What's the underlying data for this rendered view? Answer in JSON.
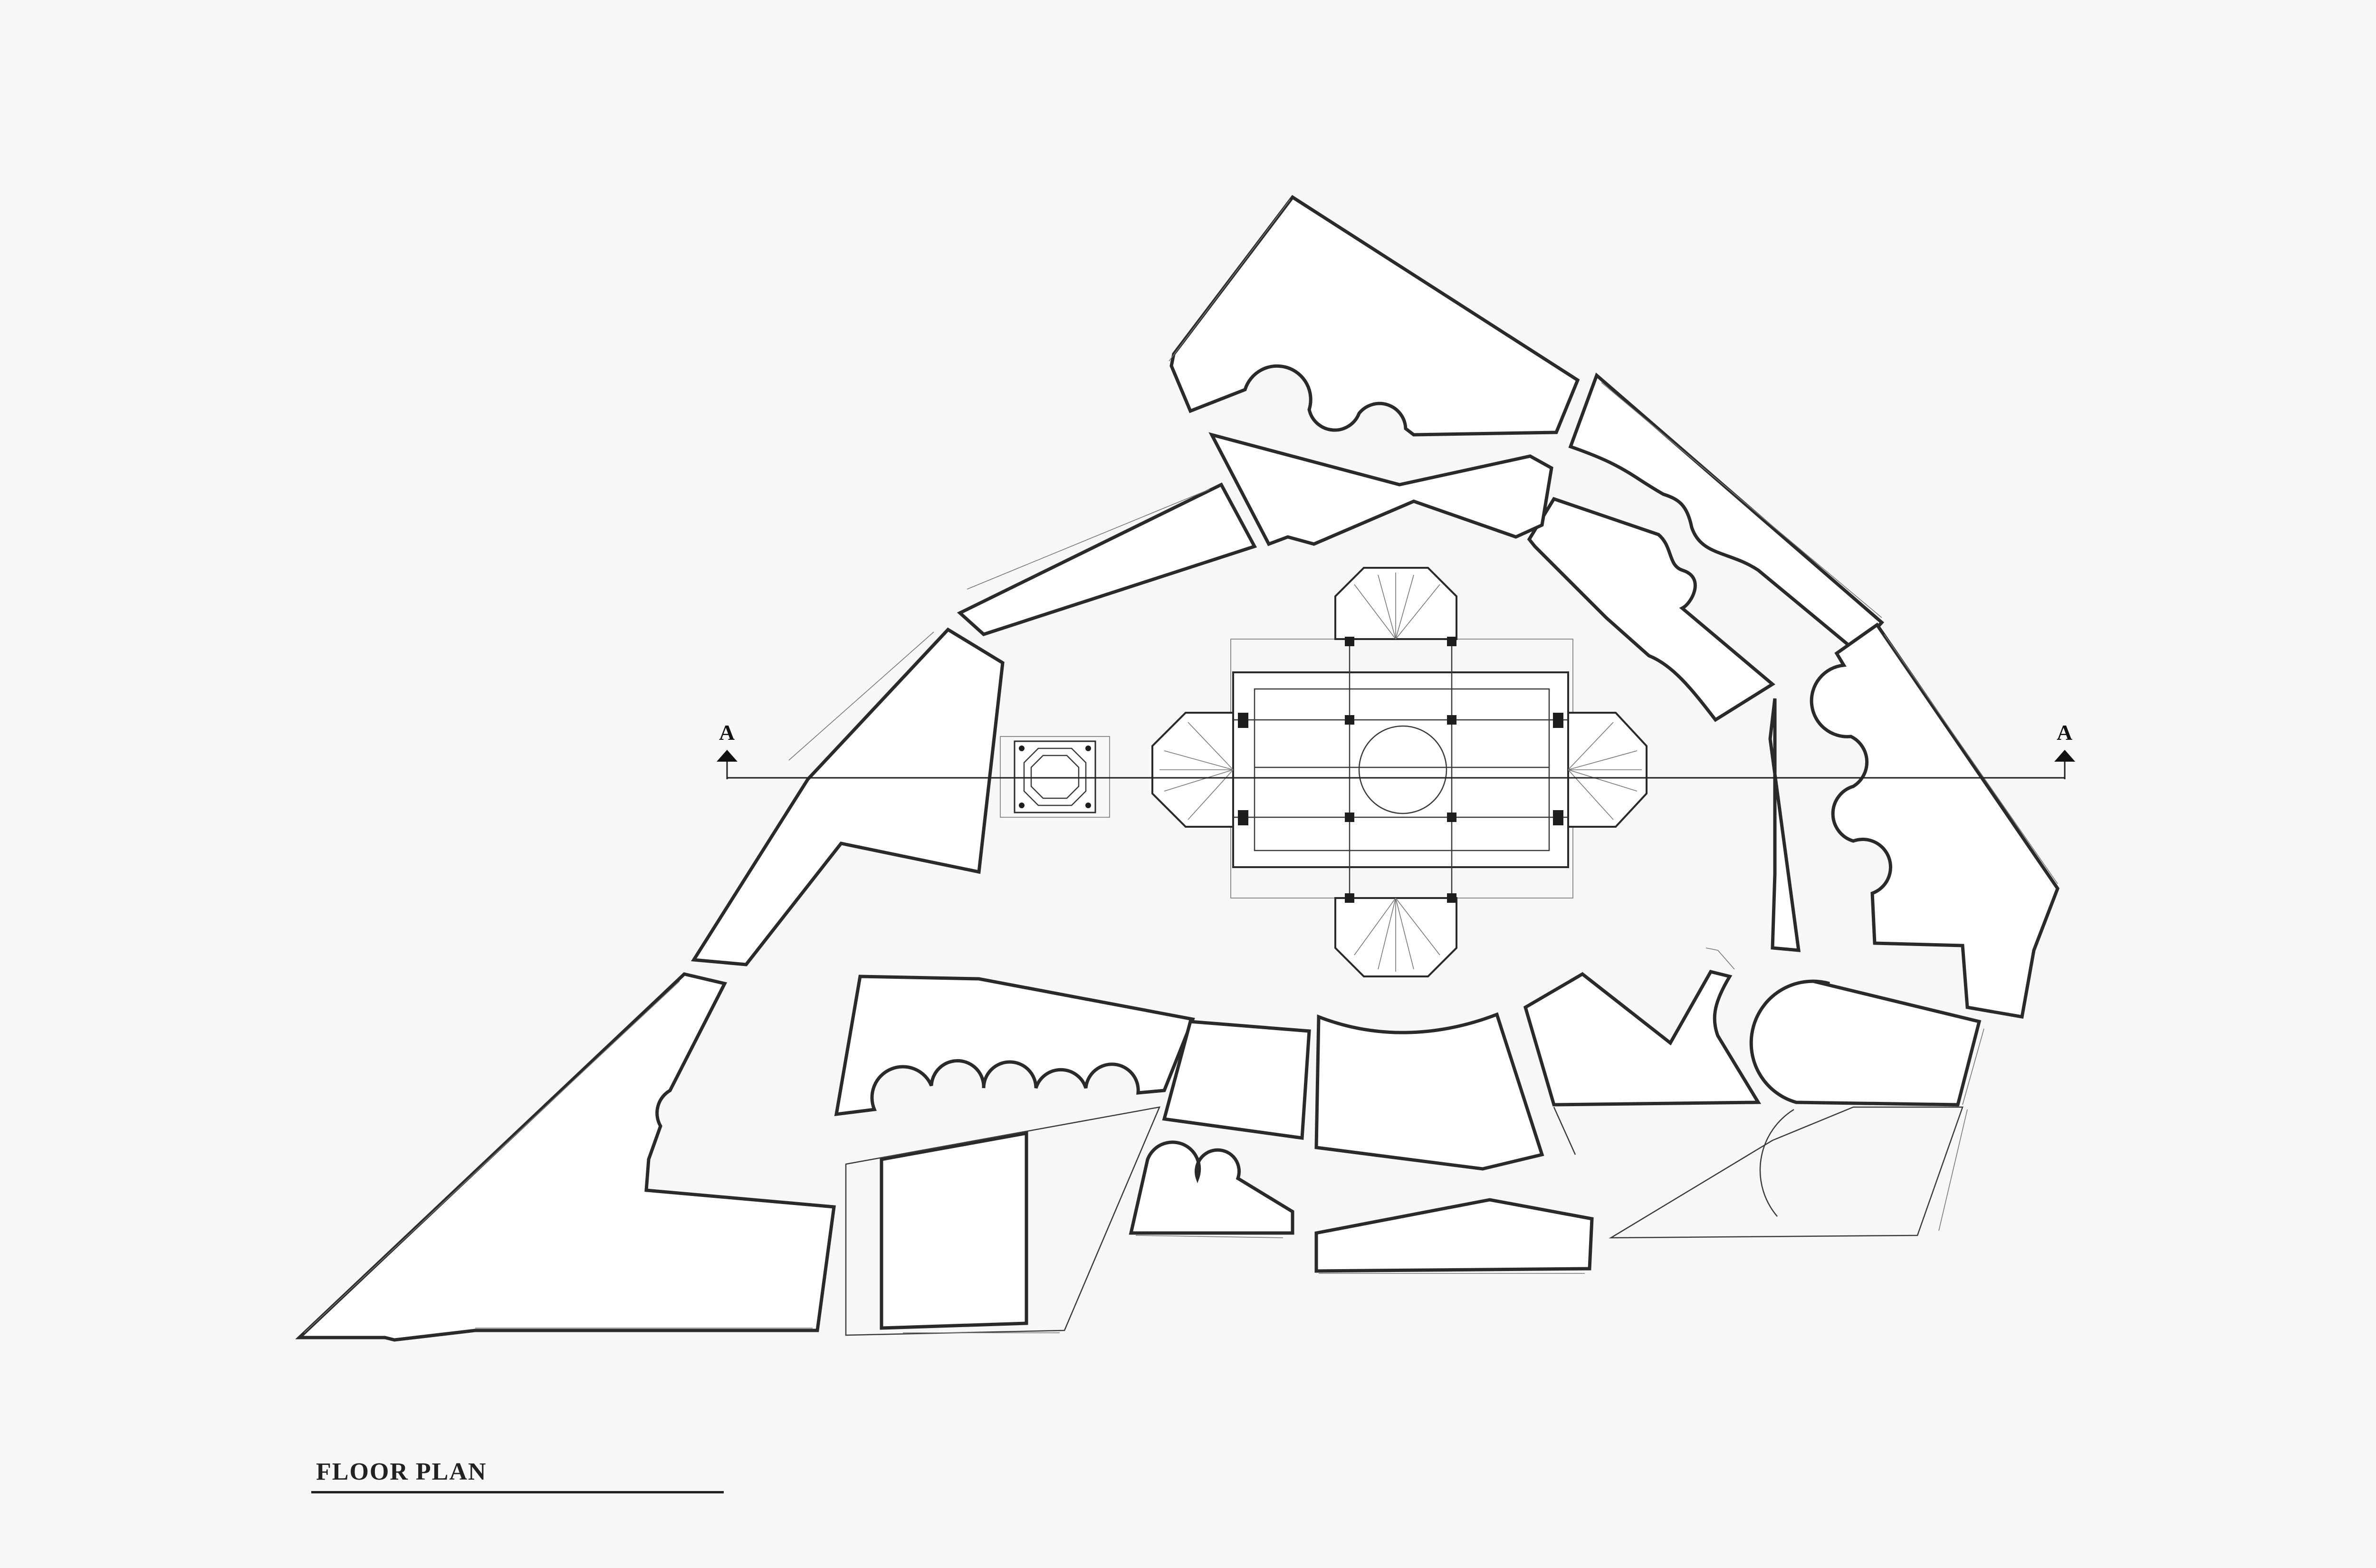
{
  "plan": {
    "title": "FLOOR PLAN"
  },
  "section_markers": {
    "left": "A",
    "right": "A"
  }
}
